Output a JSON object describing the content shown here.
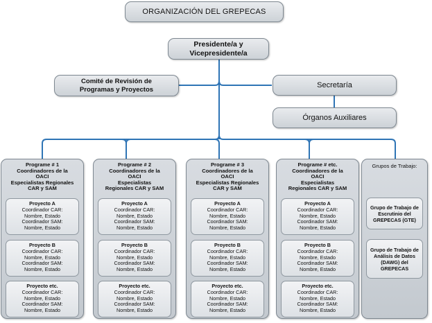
{
  "title": "ORGANIZACIÓN DEL GREPECAS",
  "president": {
    "line1": "Presidente/a y",
    "line2": "Vicepresidente/a"
  },
  "committee": {
    "line1": "Comité de Revisión de",
    "line2": "Programas y Proyectos"
  },
  "secretariat": "Secretaría",
  "auxiliary": "Órganos Auxiliares",
  "colors": {
    "line": "#2e74b5",
    "box_border": "#7d8790",
    "box_fill": "#cdd2d7"
  },
  "programs": [
    {
      "head": [
        "Programe # 1",
        "Coordinadores de la",
        "OACI",
        "Especialistas Regionales",
        "CAR y SAM"
      ],
      "projects": [
        {
          "title": "Proyecto A",
          "l1": "Coordinador CAR:",
          "l2": "Nombre, Estado",
          "l3": "Coordinador SAM:",
          "l4": "Nombre, Estado"
        },
        {
          "title": "Proyecto B",
          "l1": "Coordinador CAR:",
          "l2": "Nombre, Estado",
          "l3": "Coordinador SAM:",
          "l4": "Nombre, Estado"
        },
        {
          "title": "Proyecto etc.",
          "l1": "Coordinador CAR:",
          "l2": "Nombre, Estado",
          "l3": "Coordinador SAM:",
          "l4": "Nombre, Estado"
        }
      ]
    },
    {
      "head": [
        "Programe # 2",
        "Coordinadores de la",
        "OACI",
        "Especialistas",
        "Regionales CAR y SAM"
      ],
      "projects": [
        {
          "title": "Proyecto A",
          "l1": "Coordinador CAR:",
          "l2": "Nombre, Estado",
          "l3": "Coordinador SAM:",
          "l4": "Nombre, Estado"
        },
        {
          "title": "Proyecto B",
          "l1": "Coordinador CAR:",
          "l2": "Nombre, Estado",
          "l3": "Coordinador SAM:",
          "l4": "Nombre, Estado"
        },
        {
          "title": "Proyecto etc.",
          "l1": "Coordinador CAR:",
          "l2": "Nombre, Estado",
          "l3": "Coordinador SAM:",
          "l4": "Nombre, Estado"
        }
      ]
    },
    {
      "head": [
        "Programe # 3",
        "Coordinadores de la",
        "OACI",
        "Especialistas Regionales",
        "CAR y SAM"
      ],
      "projects": [
        {
          "title": "Proyecto A",
          "l1": "Coordinador CAR:",
          "l2": "Nombre, Estado",
          "l3": "Coordinador SAM:",
          "l4": "Nombre, Estado"
        },
        {
          "title": "Proyecto B",
          "l1": "Coordinador CAR:",
          "l2": "Nombre, Estado",
          "l3": "Coordinador SAM:",
          "l4": "Nombre, Estado"
        },
        {
          "title": "Proyecto etc.",
          "l1": "Coordinador CAR:",
          "l2": "Nombre, Estado",
          "l3": "Coordinador SAM:",
          "l4": "Nombre, Estado"
        }
      ]
    },
    {
      "head": [
        "Programe # etc.",
        "Coordinadores de la",
        "OACI",
        "Especialistas",
        "Regionales CAR y SAM"
      ],
      "projects": [
        {
          "title": "Proyecto A",
          "l1": "Coordinador CAR:",
          "l2": "Nombre, Estado",
          "l3": "Coordinador SAM:",
          "l4": "Nombre, Estado"
        },
        {
          "title": "Proyecto B",
          "l1": "Coordinador CAR:",
          "l2": "Nombre, Estado",
          "l3": "Coordinador SAM:",
          "l4": "Nombre, Estado"
        },
        {
          "title": "Proyecto etc.",
          "l1": "Coordinador CAR:",
          "l2": "Nombre, Estado",
          "l3": "Coordinador SAM:",
          "l4": "Nombre, Estado"
        }
      ]
    }
  ],
  "working_groups": {
    "head": "Grupos de Trabajo:",
    "groups": [
      [
        "Grupo de Trabajo de",
        "Escrutinio del",
        "GREPECAS (GTE)"
      ],
      [
        "Grupo de Trabajo de",
        "Análisis de Datos",
        "(DAWG) del",
        "GREPECAS"
      ]
    ]
  }
}
